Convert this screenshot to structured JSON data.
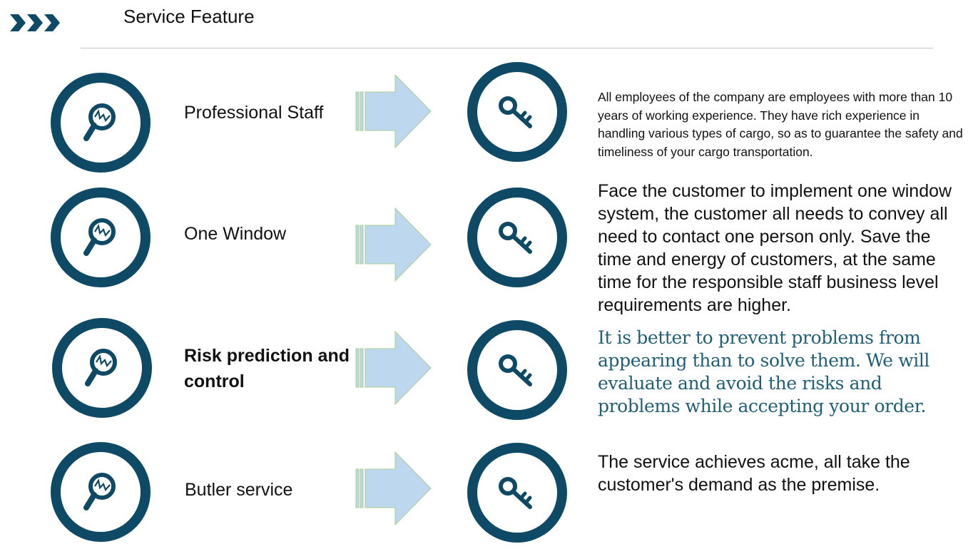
{
  "header": {
    "title": "Service Feature",
    "icon": "triple-chevron-right-icon"
  },
  "colors": {
    "circle": "#0e4a66",
    "arrow_fill": "#bcd7ee",
    "arrow_stroke": "#a9cf8e",
    "highlight_text": "#1f5f76"
  },
  "features": [
    {
      "label": "Professional Staff",
      "left_icon": "magnifier-icon",
      "right_icon": "key-icon",
      "description": "All employees of the company are employees with more than 10 years of working experience. They have rich experience in handling various types of cargo, so as to guarantee the safety and timeliness of your cargo transportation."
    },
    {
      "label": "One Window",
      "left_icon": "magnifier-icon",
      "right_icon": "key-icon",
      "description": "Face the customer to implement one window system, the customer all needs to convey all need to contact one person only. Save the time and energy of customers, at the same time for the responsible staff business level requirements are higher."
    },
    {
      "label": "Risk prediction and control",
      "left_icon": "magnifier-icon",
      "right_icon": "key-icon",
      "description": "It is better to prevent problems from appearing than to solve them. We will evaluate and avoid the risks and problems while accepting your order."
    },
    {
      "label": "Butler service",
      "left_icon": "magnifier-icon",
      "right_icon": "key-icon",
      "description": "The service achieves acme, all take the customer's demand as the premise."
    }
  ]
}
